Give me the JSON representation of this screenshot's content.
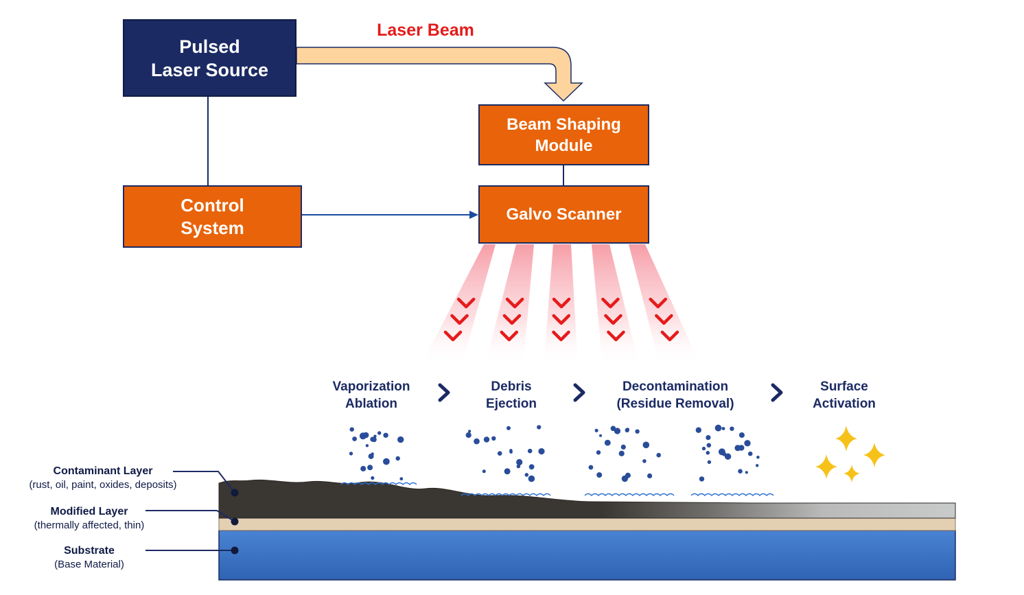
{
  "colors": {
    "navy": "#1b2a63",
    "orange": "#e8630a",
    "beam_arrow": "#fdd49e",
    "laser_red": "#e51b1b",
    "contaminant": "#3a3632",
    "modified": "#e3cfb2",
    "substrate": "#3b72c4",
    "particle": "#2a4d9a",
    "sparkle": "#f6c21a"
  },
  "beam": {
    "label": "Laser Beam"
  },
  "boxes": {
    "laser_source": "Pulsed\nLaser Source",
    "beam_shaping": "Beam Shaping\nModule",
    "control": "Control\nSystem",
    "galvo": "Galvo Scanner"
  },
  "stages": [
    {
      "label": "Vaporization\nAblation"
    },
    {
      "label": "Debris\nEjection"
    },
    {
      "label": "Decontamination\n(Residue Removal)"
    },
    {
      "label": "Surface\nActivation"
    }
  ],
  "layers": [
    {
      "title": "Contaminant Layer",
      "subtitle": "(rust, oil, paint, oxides, deposits)"
    },
    {
      "title": "Modified Layer",
      "subtitle": "(thermally affected, thin)"
    },
    {
      "title": "Substrate",
      "subtitle": "(Base Material)"
    }
  ],
  "icons": {
    "stage_arrow": "chevron-right-icon",
    "laser_pulse": "chevron-down-icon",
    "activation": "sparkle-icon"
  }
}
